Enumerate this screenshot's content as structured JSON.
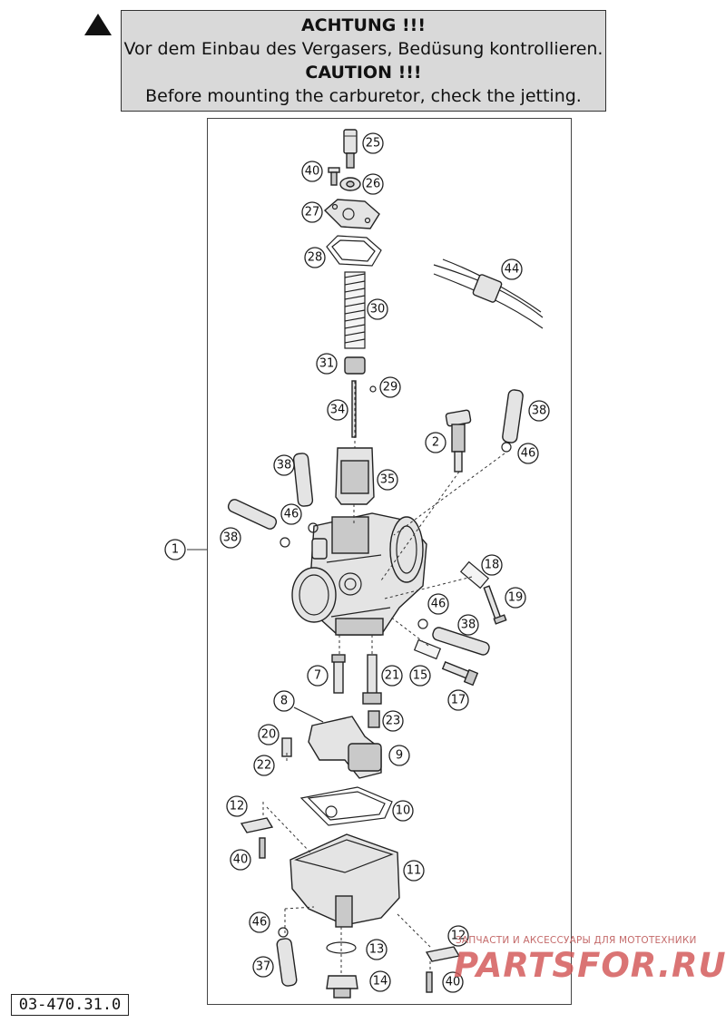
{
  "caution": {
    "heading_de": "ACHTUNG !!!",
    "text_de": "Vor dem Einbau des Vergasers, Bedüsung kontrollieren.",
    "heading_en": "CAUTION !!!",
    "text_en": "Before mounting the carburetor, check the jetting."
  },
  "icons": {
    "warning": "warning-triangle-icon"
  },
  "doc_code": "03-470.31.0",
  "watermark": {
    "subtitle": "ЗАПЧАСТИ И АКСЕССУАРЫ ДЛЯ МОТОТЕХНИКИ",
    "brand": "PARTSFOR.RU"
  },
  "callouts": {
    "c25": "25",
    "c40a": "40",
    "c26": "26",
    "c27": "27",
    "c28": "28",
    "c44": "44",
    "c30": "30",
    "c31": "31",
    "c29": "29",
    "c34": "34",
    "c38a": "38",
    "c2": "2",
    "c46a": "46",
    "c38b": "38",
    "c35": "35",
    "c46b": "46",
    "c38c": "38",
    "c1": "1",
    "c18": "18",
    "c19": "19",
    "c46c": "46",
    "c38d": "38",
    "c7": "7",
    "c21": "21",
    "c15": "15",
    "c17": "17",
    "c8": "8",
    "c23": "23",
    "c20": "20",
    "c9": "9",
    "c22": "22",
    "c10": "10",
    "c12a": "12",
    "c40b": "40",
    "c11": "11",
    "c46d": "46",
    "c12b": "12",
    "c13": "13",
    "c37": "37",
    "c40c": "40",
    "c14": "14"
  }
}
